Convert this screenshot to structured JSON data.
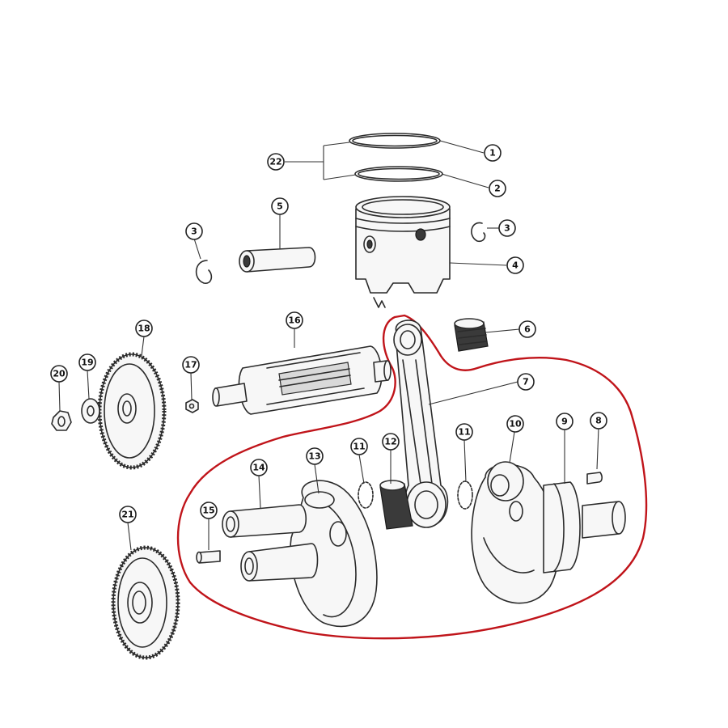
{
  "diagram": {
    "type": "exploded-parts-diagram",
    "highlight_color": "#c0141a",
    "callouts": [
      {
        "id": "c1",
        "label": "1"
      },
      {
        "id": "c2",
        "label": "2"
      },
      {
        "id": "c3a",
        "label": "3"
      },
      {
        "id": "c3b",
        "label": "3"
      },
      {
        "id": "c4",
        "label": "4"
      },
      {
        "id": "c5",
        "label": "5"
      },
      {
        "id": "c6",
        "label": "6"
      },
      {
        "id": "c7",
        "label": "7"
      },
      {
        "id": "c8",
        "label": "8"
      },
      {
        "id": "c9",
        "label": "9"
      },
      {
        "id": "c10",
        "label": "10"
      },
      {
        "id": "c11a",
        "label": "11"
      },
      {
        "id": "c11b",
        "label": "11"
      },
      {
        "id": "c12",
        "label": "12"
      },
      {
        "id": "c13",
        "label": "13"
      },
      {
        "id": "c14",
        "label": "14"
      },
      {
        "id": "c15",
        "label": "15"
      },
      {
        "id": "c16",
        "label": "16"
      },
      {
        "id": "c17",
        "label": "17"
      },
      {
        "id": "c18",
        "label": "18"
      },
      {
        "id": "c19",
        "label": "19"
      },
      {
        "id": "c20",
        "label": "20"
      },
      {
        "id": "c21",
        "label": "21"
      },
      {
        "id": "c22",
        "label": "22"
      }
    ]
  }
}
